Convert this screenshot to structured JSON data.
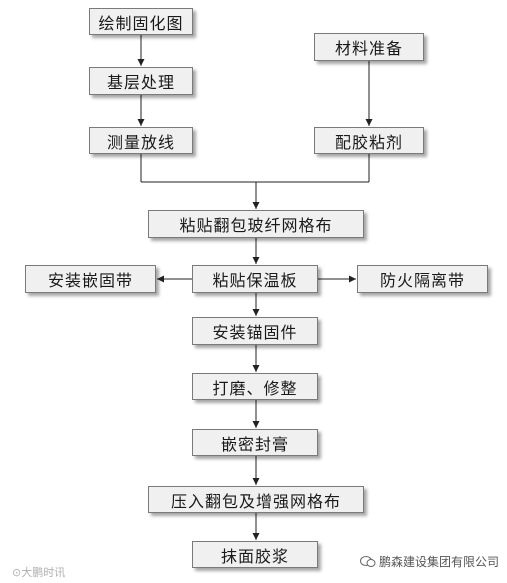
{
  "nodes": {
    "draw_drawing": "绘制固化图",
    "base_treatment": "基层处理",
    "measure_layout": "测量放线",
    "material_prep": "材料准备",
    "mix_adhesive": "配胶粘剂",
    "paste_mesh": "粘贴翻包玻纤网格布",
    "install_embed": "安装嵌固带",
    "paste_board": "粘贴保温板",
    "fire_strip": "防火隔离带",
    "install_anchor": "安装锚固件",
    "sand_trim": "打磨、修整",
    "seal_paste": "嵌密封膏",
    "press_mesh": "压入翻包及增强网格布",
    "plaster": "抹面胶浆"
  },
  "watermarks": {
    "left": "⊙大鹏时讯",
    "right": "鹏森建设集团有限公司"
  },
  "colors": {
    "box_fill": "#f0f0f0",
    "box_border": "#7a7a7a",
    "line": "#222222"
  }
}
